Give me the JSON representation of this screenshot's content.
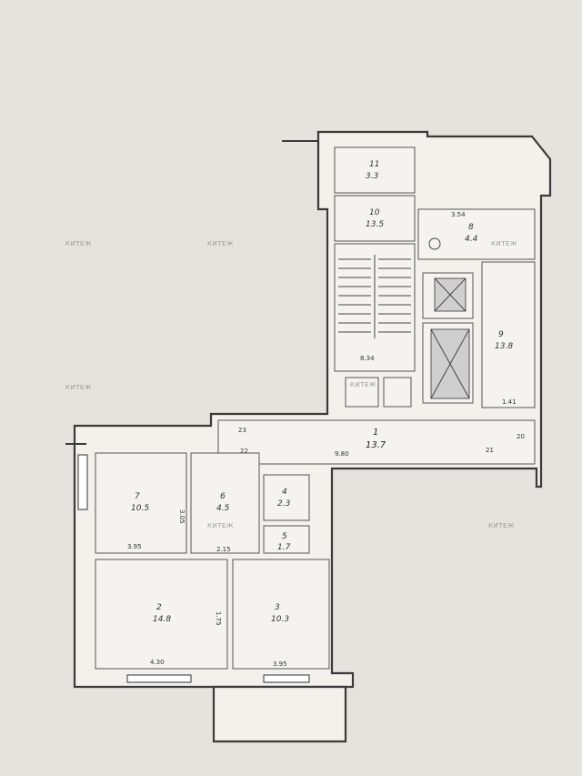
{
  "rooms": [
    {
      "id": "r1",
      "number": "1",
      "area": "13.7"
    },
    {
      "id": "r2",
      "number": "2",
      "area": "14.8"
    },
    {
      "id": "r3",
      "number": "3",
      "area": "10.3"
    },
    {
      "id": "r4",
      "number": "4",
      "area": "2.3"
    },
    {
      "id": "r5",
      "number": "5",
      "area": "1.7"
    },
    {
      "id": "r6",
      "number": "6",
      "area": "4.5"
    },
    {
      "id": "r7",
      "number": "7",
      "area": "10.5"
    },
    {
      "id": "r8",
      "number": "8",
      "area": "4.4"
    },
    {
      "id": "r9",
      "number": "9",
      "area": "13.8"
    },
    {
      "id": "r10",
      "number": "10",
      "area": "13.5"
    },
    {
      "id": "r11",
      "number": "11",
      "area": "3.3"
    }
  ],
  "dimensions": {
    "d1": "3.95",
    "d2": "2.15",
    "d3": "4.30",
    "d4": "3.95",
    "d5": "8.34",
    "d6": "3.54",
    "d7": "1.41",
    "d8": "9.80",
    "d9": "22",
    "d10": "23",
    "d11": "20",
    "d12": "21",
    "d13": "3.05",
    "d14": "1.75"
  },
  "watermark": "КИТЕЖ"
}
